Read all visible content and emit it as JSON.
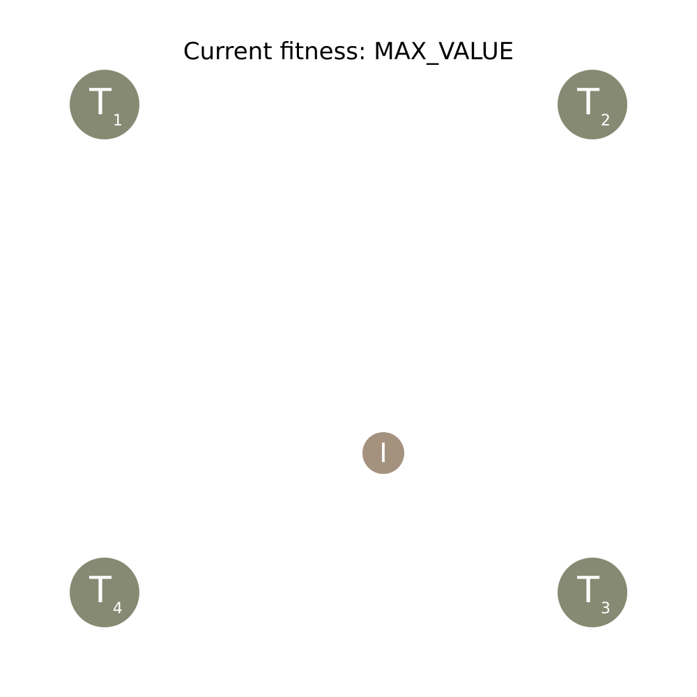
{
  "header": {
    "fitness_label": "Current fitness: MAX_VALUE"
  },
  "colors": {
    "target": "#868a73",
    "individual": "#a4927f",
    "node_text": "#ffffff",
    "background": "#ffffff"
  },
  "targets": [
    {
      "letter": "T",
      "index": "1"
    },
    {
      "letter": "T",
      "index": "2"
    },
    {
      "letter": "T",
      "index": "3"
    },
    {
      "letter": "T",
      "index": "4"
    }
  ],
  "individual": {
    "letter": "I"
  }
}
